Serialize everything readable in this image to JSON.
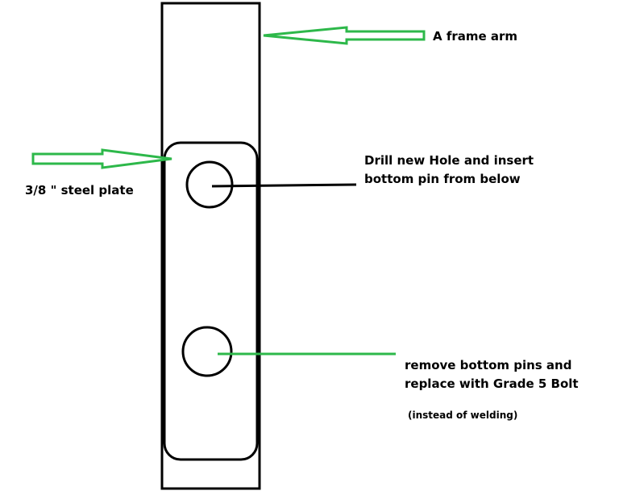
{
  "labels": {
    "a_frame_arm": "A frame arm",
    "steel_plate": "3/8 \" steel plate",
    "drill_line1": "Drill new Hole and insert",
    "drill_line2": "bottom pin from below",
    "remove_line1": "remove bottom pins and",
    "remove_line2": "replace with Grade 5 Bolt",
    "instead_of_welding": "(instead of welding)"
  },
  "colors": {
    "outline": "#000000",
    "arrow_fill": "#ffffff",
    "arrow_stroke": "#2db84a",
    "leader_green": "#2db84a",
    "leader_black": "#000000"
  }
}
